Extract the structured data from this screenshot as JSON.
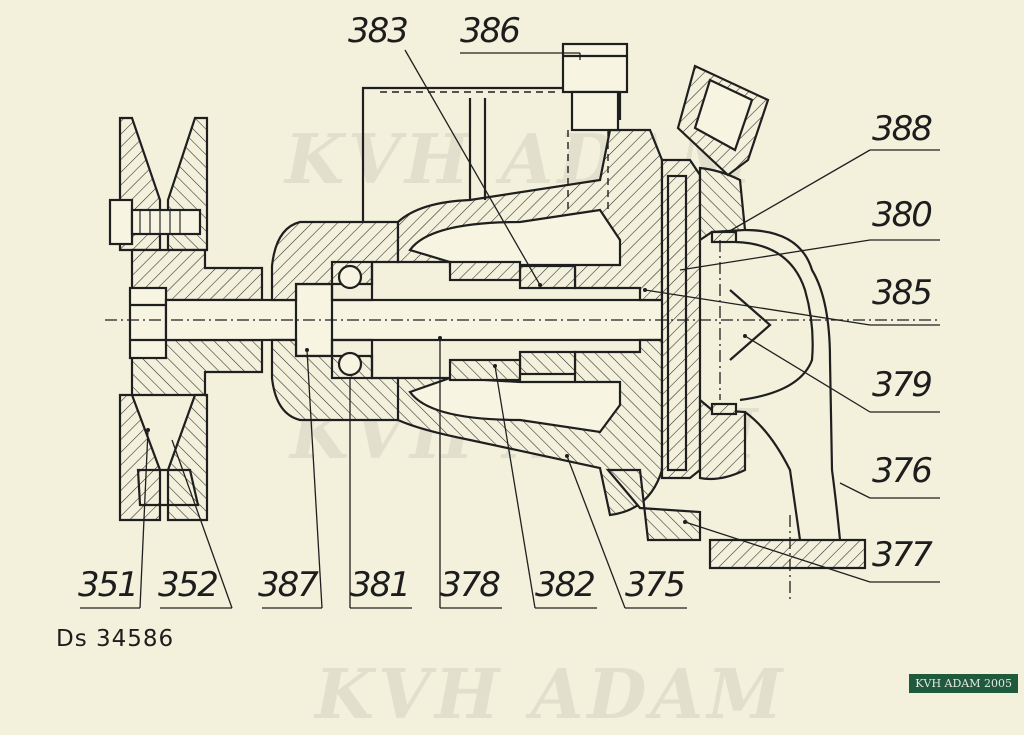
{
  "document": {
    "code": "Ds 34586",
    "watermark": "KVH ADAM",
    "badge": "KVH ADAM 2005"
  },
  "callouts": {
    "top": [
      "383",
      "386"
    ],
    "right": [
      "388",
      "380",
      "385",
      "379",
      "376",
      "377"
    ],
    "bottom": [
      "351",
      "352",
      "387",
      "381",
      "378",
      "382",
      "375"
    ]
  },
  "colors": {
    "paper": "#f3f1dc",
    "ink": "#1f1f1f",
    "badge": "#1f5a3c"
  }
}
